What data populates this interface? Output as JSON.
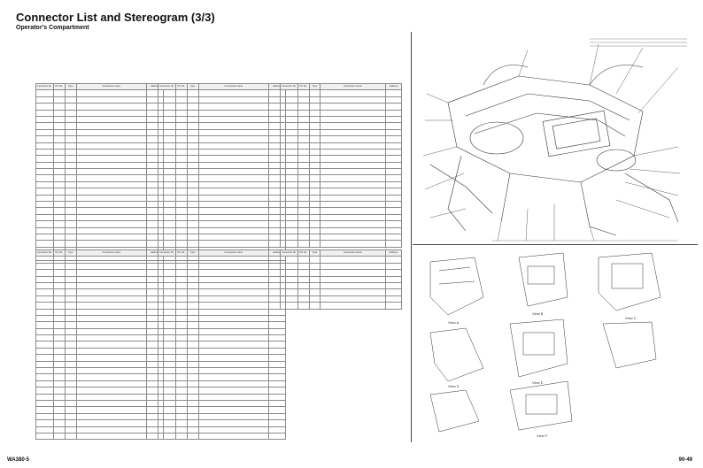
{
  "page": {
    "title": "Connector List and Stereogram (3/3)",
    "subtitle": "Operator's Compartment",
    "footer_left": "WA380-5",
    "footer_right": "90-49"
  },
  "tables": {
    "headers": [
      "Connector No.",
      "Pin No.",
      "Type",
      "Component name",
      "Address"
    ]
  },
  "diagram": {
    "views": [
      "View A",
      "View B",
      "View C",
      "View D",
      "View E",
      "View F"
    ]
  },
  "colors": {
    "ink": "#111111",
    "rule": "#8a8a8a",
    "diagram": "#333333"
  }
}
